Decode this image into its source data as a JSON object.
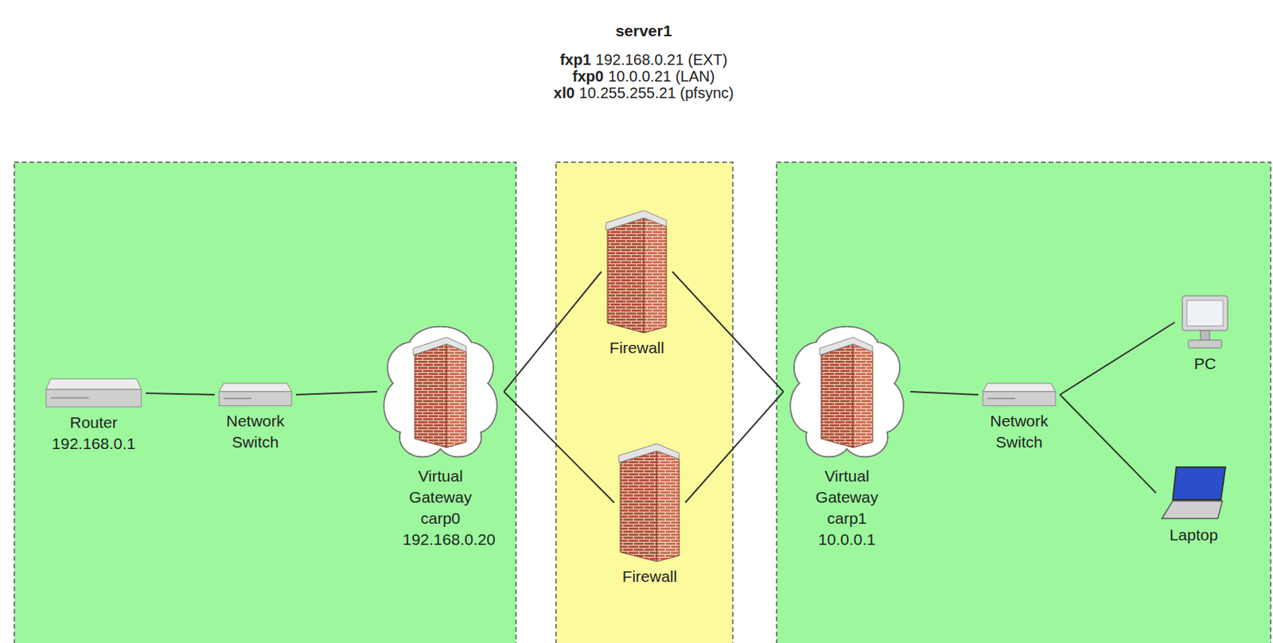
{
  "diagram": {
    "title": "server1",
    "nodes": [
      {
        "text": [
          "Router",
          "192.168.0.1"
        ]
      },
      {
        "text": [
          "Network Switch"
        ]
      },
      {
        "text": [
          "Virtual Gateway carp0",
          "192.168.0.20"
        ]
      },
      {
        "text": [
          "Firewall"
        ]
      },
      {
        "text": [
          "Firewall"
        ]
      },
      {
        "text": [
          "Virtual Gateway carp1",
          "10.0.0.1"
        ]
      },
      {
        "text": [
          "Network Switch"
        ]
      },
      {
        "text": [
          "PC"
        ]
      },
      {
        "text": [
          "Laptop"
        ]
      }
    ],
    "edges": [
      {
        "from": 0,
        "to": 1,
        "arrow": "none"
      },
      {
        "from": 1,
        "to": 2,
        "arrow": "none"
      },
      {
        "from": 2,
        "to": 3,
        "arrow": "none"
      },
      {
        "from": 2,
        "to": 4,
        "arrow": "none"
      },
      {
        "from": 3,
        "to": 5,
        "arrow": "none"
      },
      {
        "from": 4,
        "to": 5,
        "arrow": "none"
      },
      {
        "from": 5,
        "to": 6,
        "arrow": "none"
      },
      {
        "from": 6,
        "to": 7,
        "arrow": "none"
      },
      {
        "from": 6,
        "to": 8,
        "arrow": "none"
      }
    ],
    "labels": [
      "fxp1",
      "192.168.0.21 (EXT)",
      "fxp0",
      "10.0.0.21 (LAN)",
      "xl0",
      "10.255.255.21 (pfsync)"
    ]
  }
}
